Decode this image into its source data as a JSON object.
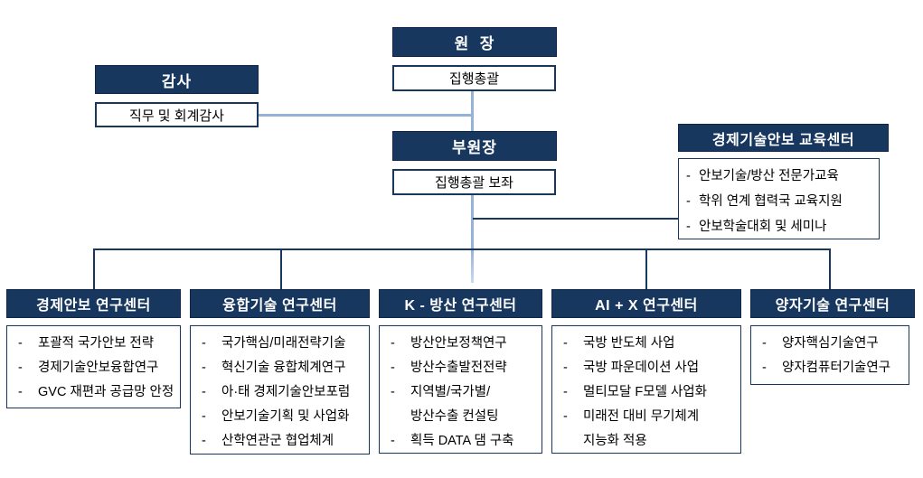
{
  "palette": {
    "navy": "#17375e",
    "line_light": "#95b3d7",
    "line_dark": "#17375e",
    "background": "#ffffff",
    "header_text": "#ffffff",
    "body_text": "#000000"
  },
  "director": {
    "title": "원  장",
    "sub": "집행총괄"
  },
  "audit": {
    "title": "감사",
    "sub": "직무 및 회계감사"
  },
  "deputy": {
    "title": "부원장",
    "sub": "집행총괄 보좌"
  },
  "education": {
    "title": "경제기술안보 교육센터",
    "items": [
      {
        "text": "안보기술/방산 전문가교육"
      },
      {
        "text": "학위 연계 협력국 교육지원"
      },
      {
        "text": "안보학술대회 및 세미나"
      }
    ]
  },
  "centers": [
    {
      "title": "경제안보 연구센터",
      "items": [
        {
          "text": "포괄적 국가안보 전략"
        },
        {
          "text": "경제기술안보융합연구"
        },
        {
          "text": "GVC 재편과 공급망 안정"
        }
      ]
    },
    {
      "title": "융합기술 연구센터",
      "items": [
        {
          "text": "국가핵심/미래전략기술"
        },
        {
          "text": "혁신기술 융합체계연구"
        },
        {
          "text": "아·태 경제기술안보포럼"
        },
        {
          "text": "안보기술기획 및 사업화"
        },
        {
          "text": "산학연관군 협업체계"
        }
      ]
    },
    {
      "title": "K - 방산 연구센터",
      "items": [
        {
          "text": "방산안보정책연구"
        },
        {
          "text": "방산수출발전전략"
        },
        {
          "text": "지역별/국가별/"
        },
        {
          "text": "방산수출 컨설팅",
          "cont": true
        },
        {
          "text": "획득 DATA 댐 구축"
        }
      ]
    },
    {
      "title": "AI + X 연구센터",
      "items": [
        {
          "text": "국방 반도체 사업"
        },
        {
          "text": "국방 파운데이션 사업"
        },
        {
          "text": "멀티모달 F모델 사업화"
        },
        {
          "text": "미래전 대비 무기체계"
        },
        {
          "text": "지능화 적용",
          "cont": true
        }
      ]
    },
    {
      "title": "양자기술 연구센터",
      "items": [
        {
          "text": "양자핵심기술연구"
        },
        {
          "text": "양자컴퓨터기술연구"
        }
      ]
    }
  ]
}
